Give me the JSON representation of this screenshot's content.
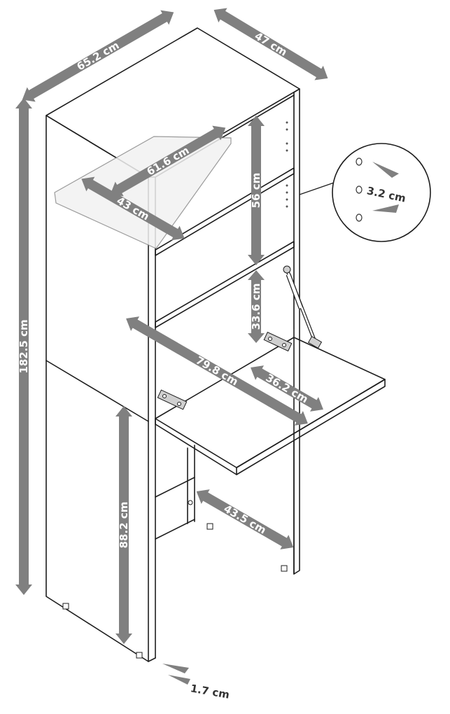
{
  "dimensions": {
    "width_top": "65.2 cm",
    "depth_top": "47 cm",
    "height_total": "182.5 cm",
    "shelf_width": "61.6 cm",
    "shelf_depth": "43 cm",
    "upper_compartment_height": "56 cm",
    "flap_opening_height": "33.6 cm",
    "flap_width": "79.8 cm",
    "flap_depth": "36.2 cm",
    "lower_door_height": "88.2 cm",
    "knee_space_depth": "43.5 cm",
    "panel_thickness": "1.7 cm",
    "hole_spacing": "3.2 cm"
  },
  "colors": {
    "arrow": "#808080",
    "outline": "#1d1d1d",
    "glass_shelf": "#f1f1f1"
  }
}
